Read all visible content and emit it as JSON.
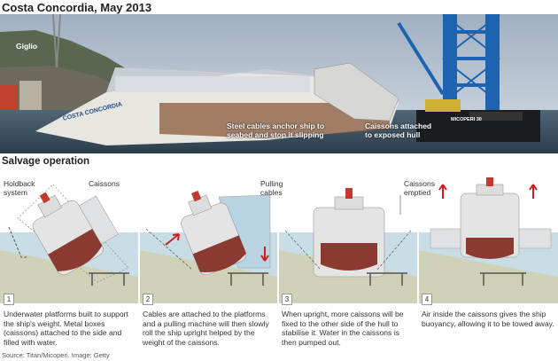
{
  "title": "Costa Concordia, May 2013",
  "photo": {
    "location_label": "Giglio",
    "ship_name": "COSTA CONCORDIA",
    "crane_name": "MICOPERI 30",
    "label_cables": "Steel cables anchor ship to seabed and stop it slipping",
    "label_caissons": "Caissons attached to exposed hull"
  },
  "section_title": "Salvage operation",
  "diagram_labels": {
    "holdback": "Holdback system",
    "caissons": "Caissons",
    "pulling_cables": "Pulling cables",
    "caissons_emptied": "Caissons emptied"
  },
  "steps": [
    {
      "number": "1",
      "text": "Underwater platforms built to support the ship's weight. Metal boxes (caissons) attached to the side and filled with water."
    },
    {
      "number": "2",
      "text": "Cables are attached to the platforms and a pulling machine will then slowly roll the ship upright helped by the weight of the caissons."
    },
    {
      "number": "3",
      "text": "When upright, more caissons will be fixed to the other side of the hull to stabilise it. Water in the caissons is then pumped out."
    },
    {
      "number": "4",
      "text": "Air inside the caissons gives the ship buoyancy, allowing it to be towed away."
    }
  ],
  "source": "Source: Titan/Micoperi. Image: Getty",
  "colors": {
    "sea": "#c9dde6",
    "seabed": "#cfd2b7",
    "hull": "#8b3a32",
    "caisson": "#dfe1e3",
    "arrow": "#cc1e1e"
  }
}
